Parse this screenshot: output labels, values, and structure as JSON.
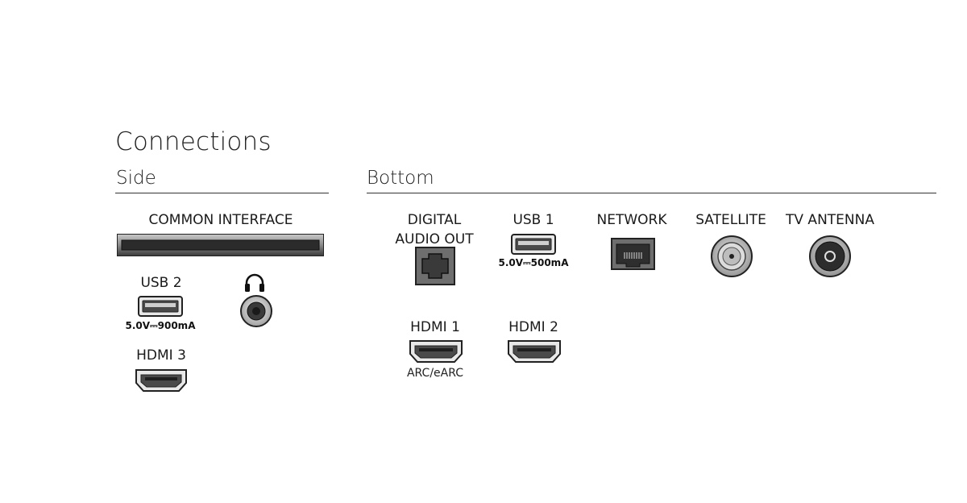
{
  "title": "Connections",
  "sections": {
    "side": "Side",
    "bottom": "Bottom"
  },
  "side": {
    "common_interface": "COMMON INTERFACE",
    "usb2": {
      "label": "USB 2",
      "rating": "5.0V⎓900mA"
    },
    "headphone_icon": "headphones-icon",
    "hdmi3": "HDMI 3"
  },
  "bottom": {
    "digital_audio_out": {
      "line1": "DIGITAL",
      "line2": "AUDIO OUT"
    },
    "usb1": {
      "label": "USB 1",
      "rating": "5.0V⎓500mA"
    },
    "network": "NETWORK",
    "satellite": "SATELLITE",
    "tv_antenna": "TV ANTENNA",
    "hdmi1": {
      "label": "HDMI 1",
      "sub": "ARC/eARC"
    },
    "hdmi2": "HDMI 2"
  },
  "colors": {
    "port_fill": "#5a5a5a",
    "port_light": "#e6e6e6",
    "rule": "#333333"
  }
}
